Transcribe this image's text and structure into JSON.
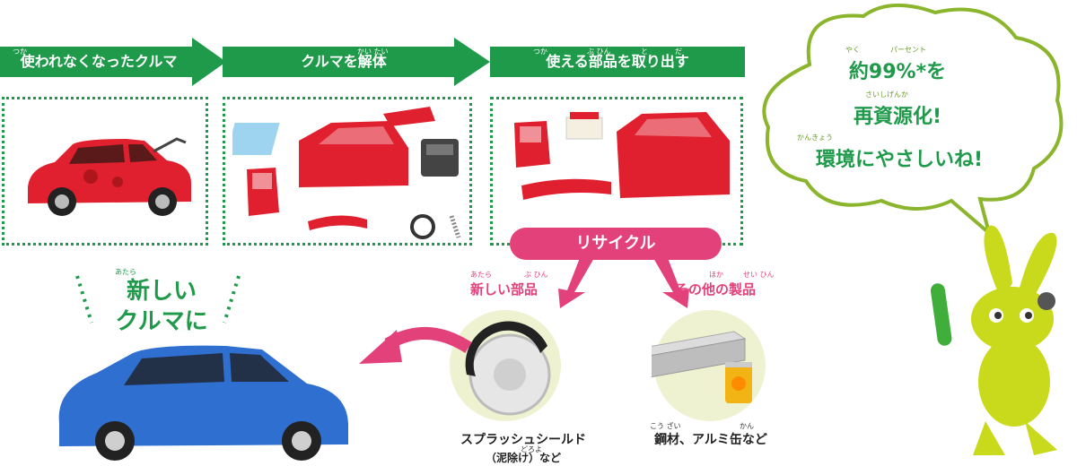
{
  "steps": [
    {
      "label": "使われなくなったクルマ",
      "ruby": "つか"
    },
    {
      "label": "クルマを解体",
      "ruby": "かい たい"
    },
    {
      "label": "使える部品を取り出す",
      "ruby": [
        "つか",
        "ぶ ひん",
        "と",
        "だ"
      ]
    }
  ],
  "recycle": {
    "label": "リサイクル"
  },
  "new_parts": {
    "label": "新しい部品",
    "ruby": [
      "あたら",
      "ぶ  ひん"
    ]
  },
  "other_products": {
    "label": "その他の製品",
    "ruby": [
      "ほか",
      "せい ひん"
    ]
  },
  "new_car": {
    "line1": "新しい",
    "line2": "クルマに",
    "ruby": "あたら"
  },
  "splash": {
    "caption1": "スプラッシュシールド",
    "caption2": "（泥除け）など",
    "ruby": "どろよ"
  },
  "steel": {
    "caption": "鋼材、アルミ缶など",
    "ruby": [
      "こう ざい",
      "かん"
    ]
  },
  "bubble": {
    "line1": "約99%*を",
    "line1_ruby": [
      "やく",
      "パーセント"
    ],
    "line2": "再資源化!",
    "line2_ruby": "さいしげんか",
    "line3": "環境にやさしいね!",
    "line3_ruby": "かんきょう"
  },
  "colors": {
    "green": "#1f9a4a",
    "pink": "#e2417a",
    "red": "#e0202e",
    "blue": "#2f6fd0",
    "lime": "#c9d91c"
  }
}
